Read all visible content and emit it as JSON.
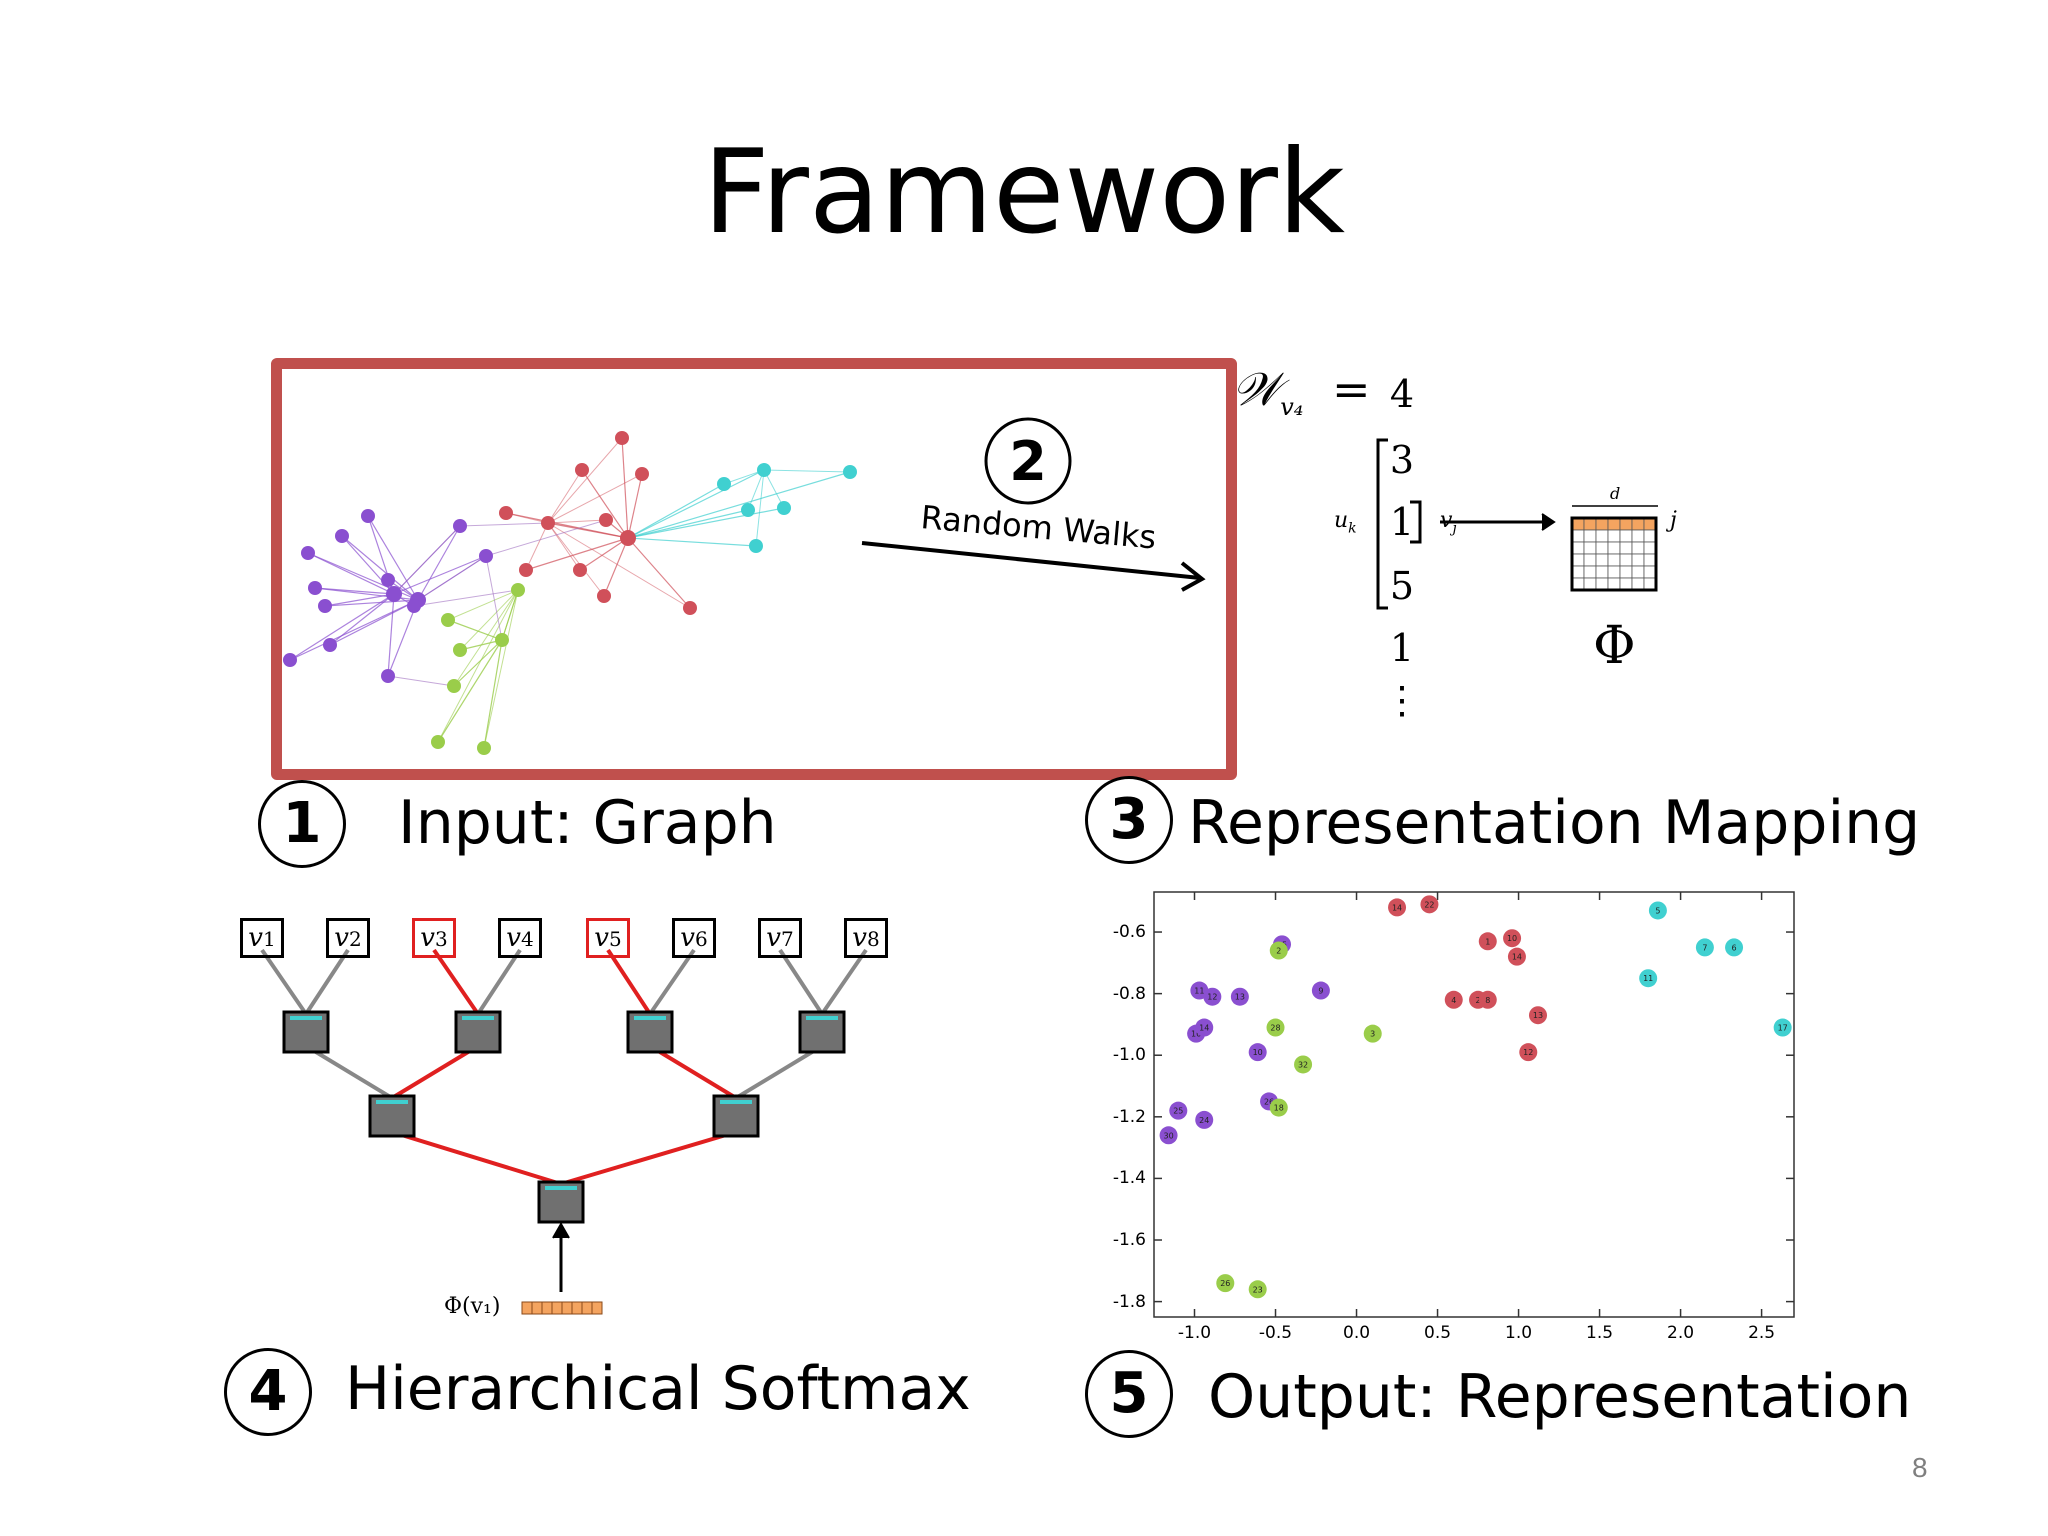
{
  "slide": {
    "title": "Framework",
    "page_number": "8"
  },
  "steps": [
    {
      "number": "1",
      "label": "Input: Graph"
    },
    {
      "number": "2",
      "label": "Random Walks"
    },
    {
      "number": "3",
      "label": "Representation Mapping"
    },
    {
      "number": "4",
      "label": "Hierarchical Softmax"
    },
    {
      "number": "5",
      "label": "Output: Representation"
    }
  ],
  "walk": {
    "lhs": "𝒲",
    "subscript": "v₄",
    "equals": "=",
    "sequence": [
      "4",
      "3",
      "1",
      "5",
      "1",
      "⋮"
    ]
  },
  "mapping": {
    "u_label": "u",
    "u_sub": "k",
    "v_label": "v",
    "v_sub": "j",
    "d_label": "d",
    "j_label": "j",
    "phi": "Φ"
  },
  "tree": {
    "leaves": [
      "v1",
      "v2",
      "v3",
      "v4",
      "v5",
      "v6",
      "v7",
      "v8"
    ],
    "highlighted": [
      "v3",
      "v5"
    ],
    "input_label": "Φ(v₁)"
  },
  "colors": {
    "box": "#c0504d",
    "purple": "#8a4fd0",
    "red": "#d0505a",
    "green": "#9acd4a",
    "cyan": "#40d0d0",
    "edge_red": "#e02020",
    "edge_gray": "#888888",
    "orange": "#f4a460"
  },
  "chart_data": {
    "type": "scatter",
    "xlim": [
      -1.25,
      2.7
    ],
    "ylim": [
      -1.85,
      -0.47
    ],
    "xticks": [
      "-1.0",
      "-0.5",
      "0.0",
      "0.5",
      "1.0",
      "1.5",
      "2.0",
      "2.5"
    ],
    "xtick_values": [
      -1.0,
      -0.5,
      0.0,
      0.5,
      1.0,
      1.5,
      2.0,
      2.5
    ],
    "yticks": [
      "-0.6",
      "-0.8",
      "-1.0",
      "-1.2",
      "-1.4",
      "-1.6",
      "-1.8"
    ],
    "ytick_values": [
      -0.6,
      -0.8,
      -1.0,
      -1.2,
      -1.4,
      -1.6,
      -1.8
    ],
    "grid": false,
    "series": [
      {
        "color": "purple",
        "points": [
          {
            "x": -0.97,
            "y": -0.79,
            "label": "11"
          },
          {
            "x": -0.89,
            "y": -0.81,
            "label": "12"
          },
          {
            "x": -0.72,
            "y": -0.81,
            "label": "13"
          },
          {
            "x": -0.99,
            "y": -0.93,
            "label": "16"
          },
          {
            "x": -0.94,
            "y": -0.91,
            "label": "14"
          },
          {
            "x": -0.61,
            "y": -0.99,
            "label": "10"
          },
          {
            "x": -0.46,
            "y": -0.64,
            "label": "15"
          },
          {
            "x": -0.22,
            "y": -0.79,
            "label": "9"
          },
          {
            "x": -0.54,
            "y": -1.15,
            "label": "26"
          },
          {
            "x": -0.94,
            "y": -1.21,
            "label": "24"
          },
          {
            "x": -1.1,
            "y": -1.18,
            "label": "25"
          },
          {
            "x": -1.16,
            "y": -1.26,
            "label": "30"
          }
        ]
      },
      {
        "color": "green",
        "points": [
          {
            "x": -0.48,
            "y": -0.66,
            "label": "2"
          },
          {
            "x": -0.5,
            "y": -0.91,
            "label": "28"
          },
          {
            "x": -0.33,
            "y": -1.03,
            "label": "32"
          },
          {
            "x": 0.1,
            "y": -0.93,
            "label": "3"
          },
          {
            "x": -0.48,
            "y": -1.17,
            "label": "18"
          },
          {
            "x": -0.81,
            "y": -1.74,
            "label": "26"
          },
          {
            "x": -0.61,
            "y": -1.76,
            "label": "23"
          }
        ]
      },
      {
        "color": "red",
        "points": [
          {
            "x": 0.25,
            "y": -0.52,
            "label": "14"
          },
          {
            "x": 0.45,
            "y": -0.51,
            "label": "22"
          },
          {
            "x": 0.81,
            "y": -0.63,
            "label": "1"
          },
          {
            "x": 0.96,
            "y": -0.62,
            "label": "10"
          },
          {
            "x": 0.99,
            "y": -0.68,
            "label": "14"
          },
          {
            "x": 0.6,
            "y": -0.82,
            "label": "4"
          },
          {
            "x": 0.75,
            "y": -0.82,
            "label": "2"
          },
          {
            "x": 0.81,
            "y": -0.82,
            "label": "8"
          },
          {
            "x": 1.12,
            "y": -0.87,
            "label": "13"
          },
          {
            "x": 1.06,
            "y": -0.99,
            "label": "12"
          }
        ]
      },
      {
        "color": "cyan",
        "points": [
          {
            "x": 1.86,
            "y": -0.53,
            "label": "5"
          },
          {
            "x": 2.15,
            "y": -0.65,
            "label": "7"
          },
          {
            "x": 2.33,
            "y": -0.65,
            "label": "6"
          },
          {
            "x": 1.8,
            "y": -0.75,
            "label": "11"
          },
          {
            "x": 2.63,
            "y": -0.91,
            "label": "17"
          }
        ]
      }
    ]
  }
}
